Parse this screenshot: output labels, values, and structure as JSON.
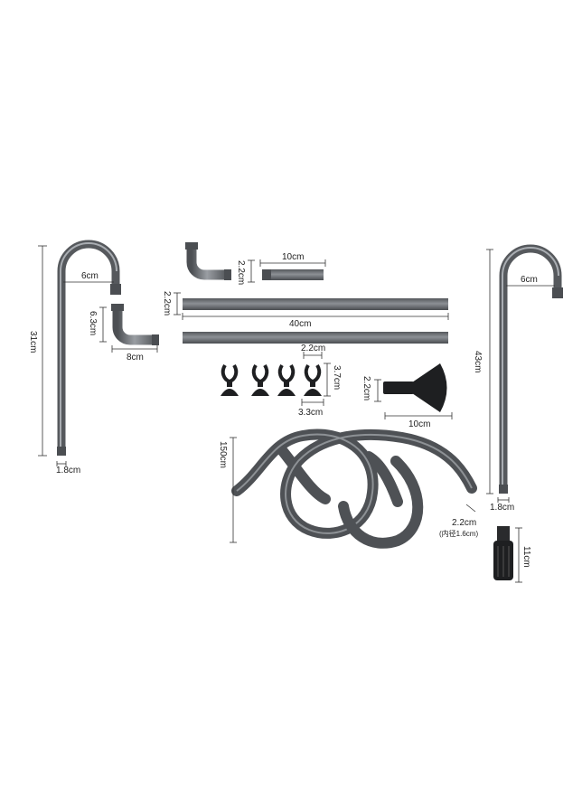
{
  "colors": {
    "background": "#ffffff",
    "tube_dark": "#5a5d61",
    "tube_mid": "#8a8e93",
    "tube_light": "#c9ccd0",
    "part_black": "#1e1f21",
    "dimension_line": "#333333"
  },
  "labels": {
    "left_pipe_height": "31cm",
    "left_pipe_hook": "6cm",
    "left_pipe_diameter": "1.8cm",
    "small_elbow_height": "6.3cm",
    "small_elbow_width": "8cm",
    "short_elbow_height": "2.2cm",
    "short_tube_length": "10cm",
    "long_tube_diameter": "2.2cm",
    "long_tube_length": "40cm",
    "clip_width": "2.2cm",
    "clip_height": "3.7cm",
    "clip_base": "3.3cm",
    "funnel_diameter": "2.2cm",
    "funnel_length": "10cm",
    "hose_length": "150cm",
    "hose_diameter": "2.2cm",
    "hose_inner": "(内径1.6cm)",
    "right_pipe_height": "43cm",
    "right_pipe_hook": "6cm",
    "right_pipe_diameter": "1.8cm",
    "strainer_length": "11cm"
  },
  "icons": [
    "j-pipe-icon",
    "elbow-icon",
    "straight-tube-icon",
    "suction-clip-icon",
    "funnel-icon",
    "coiled-hose-icon",
    "strainer-icon"
  ]
}
